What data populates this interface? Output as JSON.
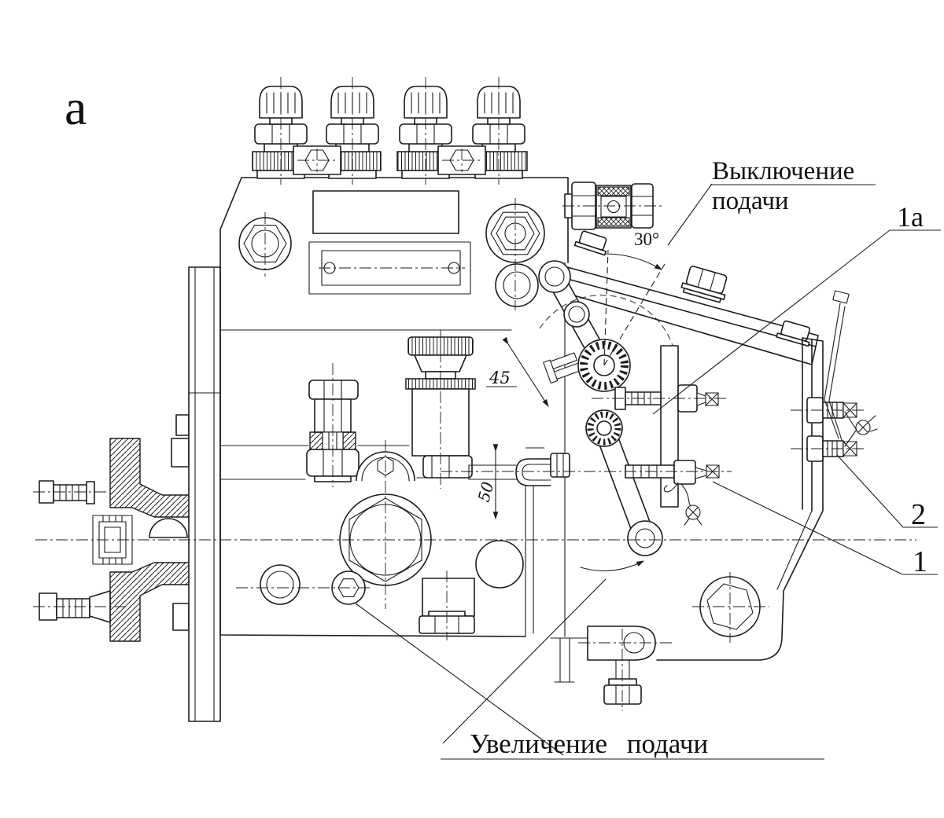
{
  "figure_label": "а",
  "callouts": {
    "supply_shutoff_line1": "Выключение",
    "supply_shutoff_line2": "подачи",
    "part_1a": "1а",
    "part_2": "2",
    "part_1": "1",
    "supply_increase": "Увеличение подачи"
  },
  "dimensions": {
    "angle_30": "30°",
    "dim_45": "45",
    "dim_50": "50"
  },
  "colors": {
    "ink": "#1c1c1c",
    "paper": "#ffffff"
  }
}
